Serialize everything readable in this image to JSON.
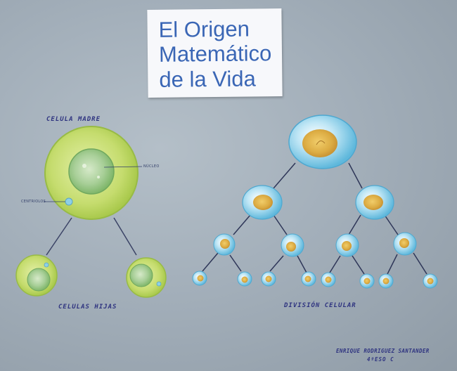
{
  "poster": {
    "title_lines": [
      "El Origen",
      "Matemático",
      "de la Vida"
    ],
    "mother_cell_label": "CELULA MADRE",
    "nucleus_label": "NÚCLEO",
    "centrioles_label": "CENTRIOLOS",
    "daughter_cells_label": "CELULAS HIJAS",
    "division_label": "DIVISIÓN CELULAR",
    "author_name": "ENRIQUE RODRIGUEZ SANTANDER",
    "author_class": "4ºESO C"
  },
  "colors": {
    "background": "#a3afba",
    "title_text": "#3a66b5",
    "green_cell": "#c9e07a",
    "blue_cell": "#8fd0ea",
    "yolk": "#e3b64a",
    "handwriting": "#2f3480"
  },
  "division_tree": {
    "levels": [
      1,
      2,
      4,
      8
    ]
  }
}
